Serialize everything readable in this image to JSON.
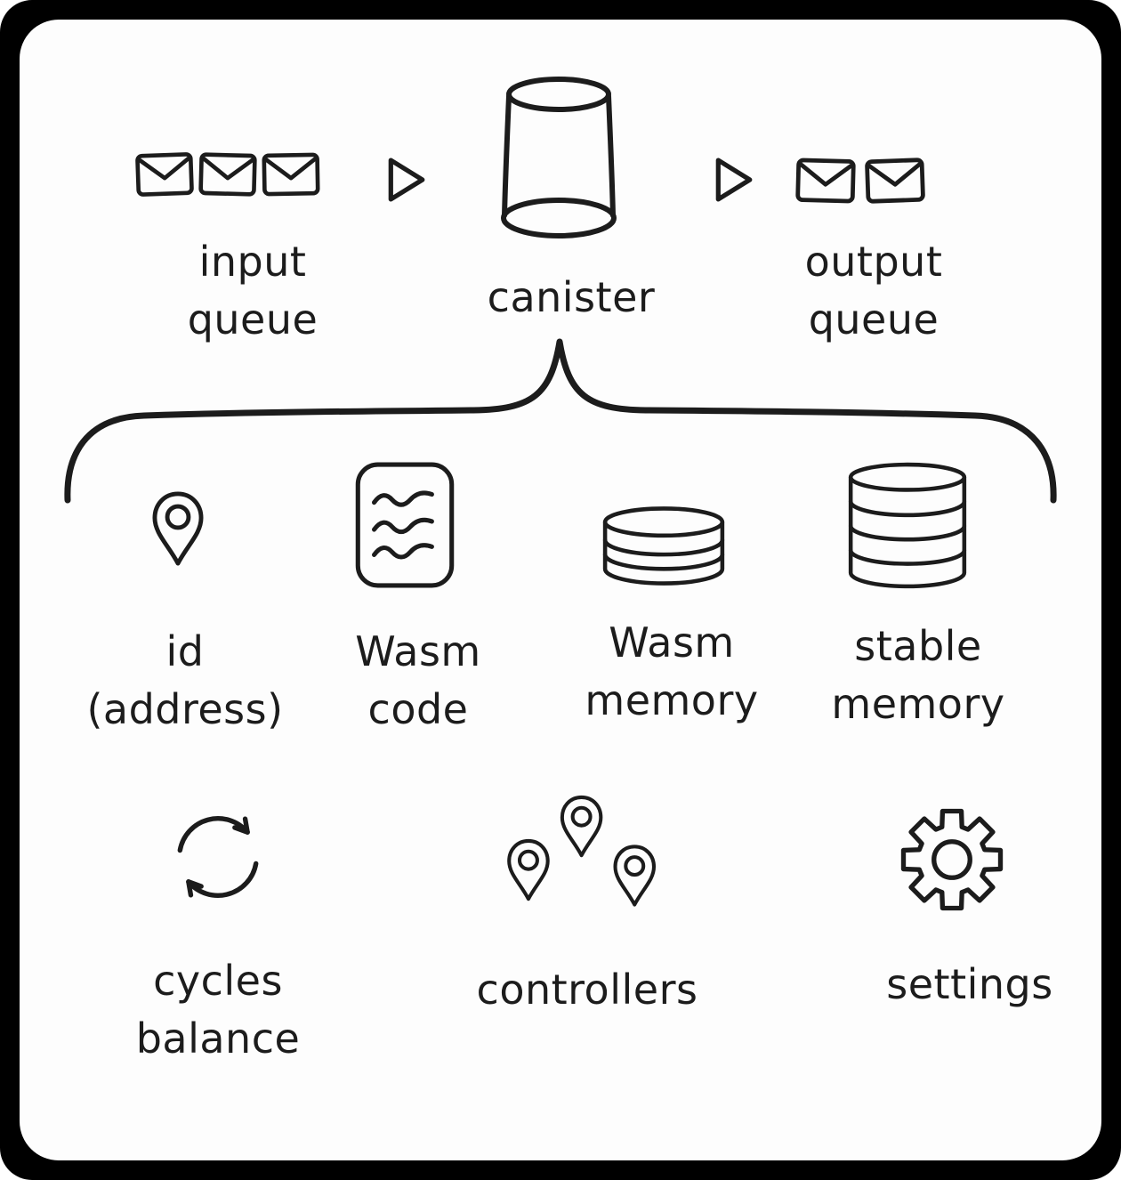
{
  "meta": {
    "page_bg": "#000000",
    "card_bg": "#fdfdfd",
    "ink": "#1c1c1c"
  },
  "top_row": {
    "input_queue": {
      "label": "input\nqueue",
      "icon": "envelope-icon",
      "envelope_count": 3
    },
    "arrow_in": {
      "icon": "play-arrow-icon"
    },
    "canister": {
      "label": "canister",
      "icon": "canister-cylinder-icon"
    },
    "arrow_out": {
      "icon": "play-arrow-icon"
    },
    "output_queue": {
      "label": "output\nqueue",
      "icon": "envelope-icon",
      "envelope_count": 2
    }
  },
  "brace_icon": "curly-brace-icon",
  "components": [
    {
      "key": "id_address",
      "label": "id\n(address)",
      "icon": "location-pin-icon"
    },
    {
      "key": "wasm_code",
      "label": "Wasm\ncode",
      "icon": "code-sheet-icon"
    },
    {
      "key": "wasm_memory",
      "label": "Wasm\nmemory",
      "icon": "disk-cylinder-icon"
    },
    {
      "key": "stable_memory",
      "label": "stable\nmemory",
      "icon": "database-stack-icon"
    },
    {
      "key": "cycles_balance",
      "label": "cycles\nbalance",
      "icon": "cycle-arrows-icon"
    },
    {
      "key": "controllers",
      "label": "controllers",
      "icon": "location-pins-icon"
    },
    {
      "key": "settings",
      "label": "settings",
      "icon": "gear-icon"
    }
  ]
}
